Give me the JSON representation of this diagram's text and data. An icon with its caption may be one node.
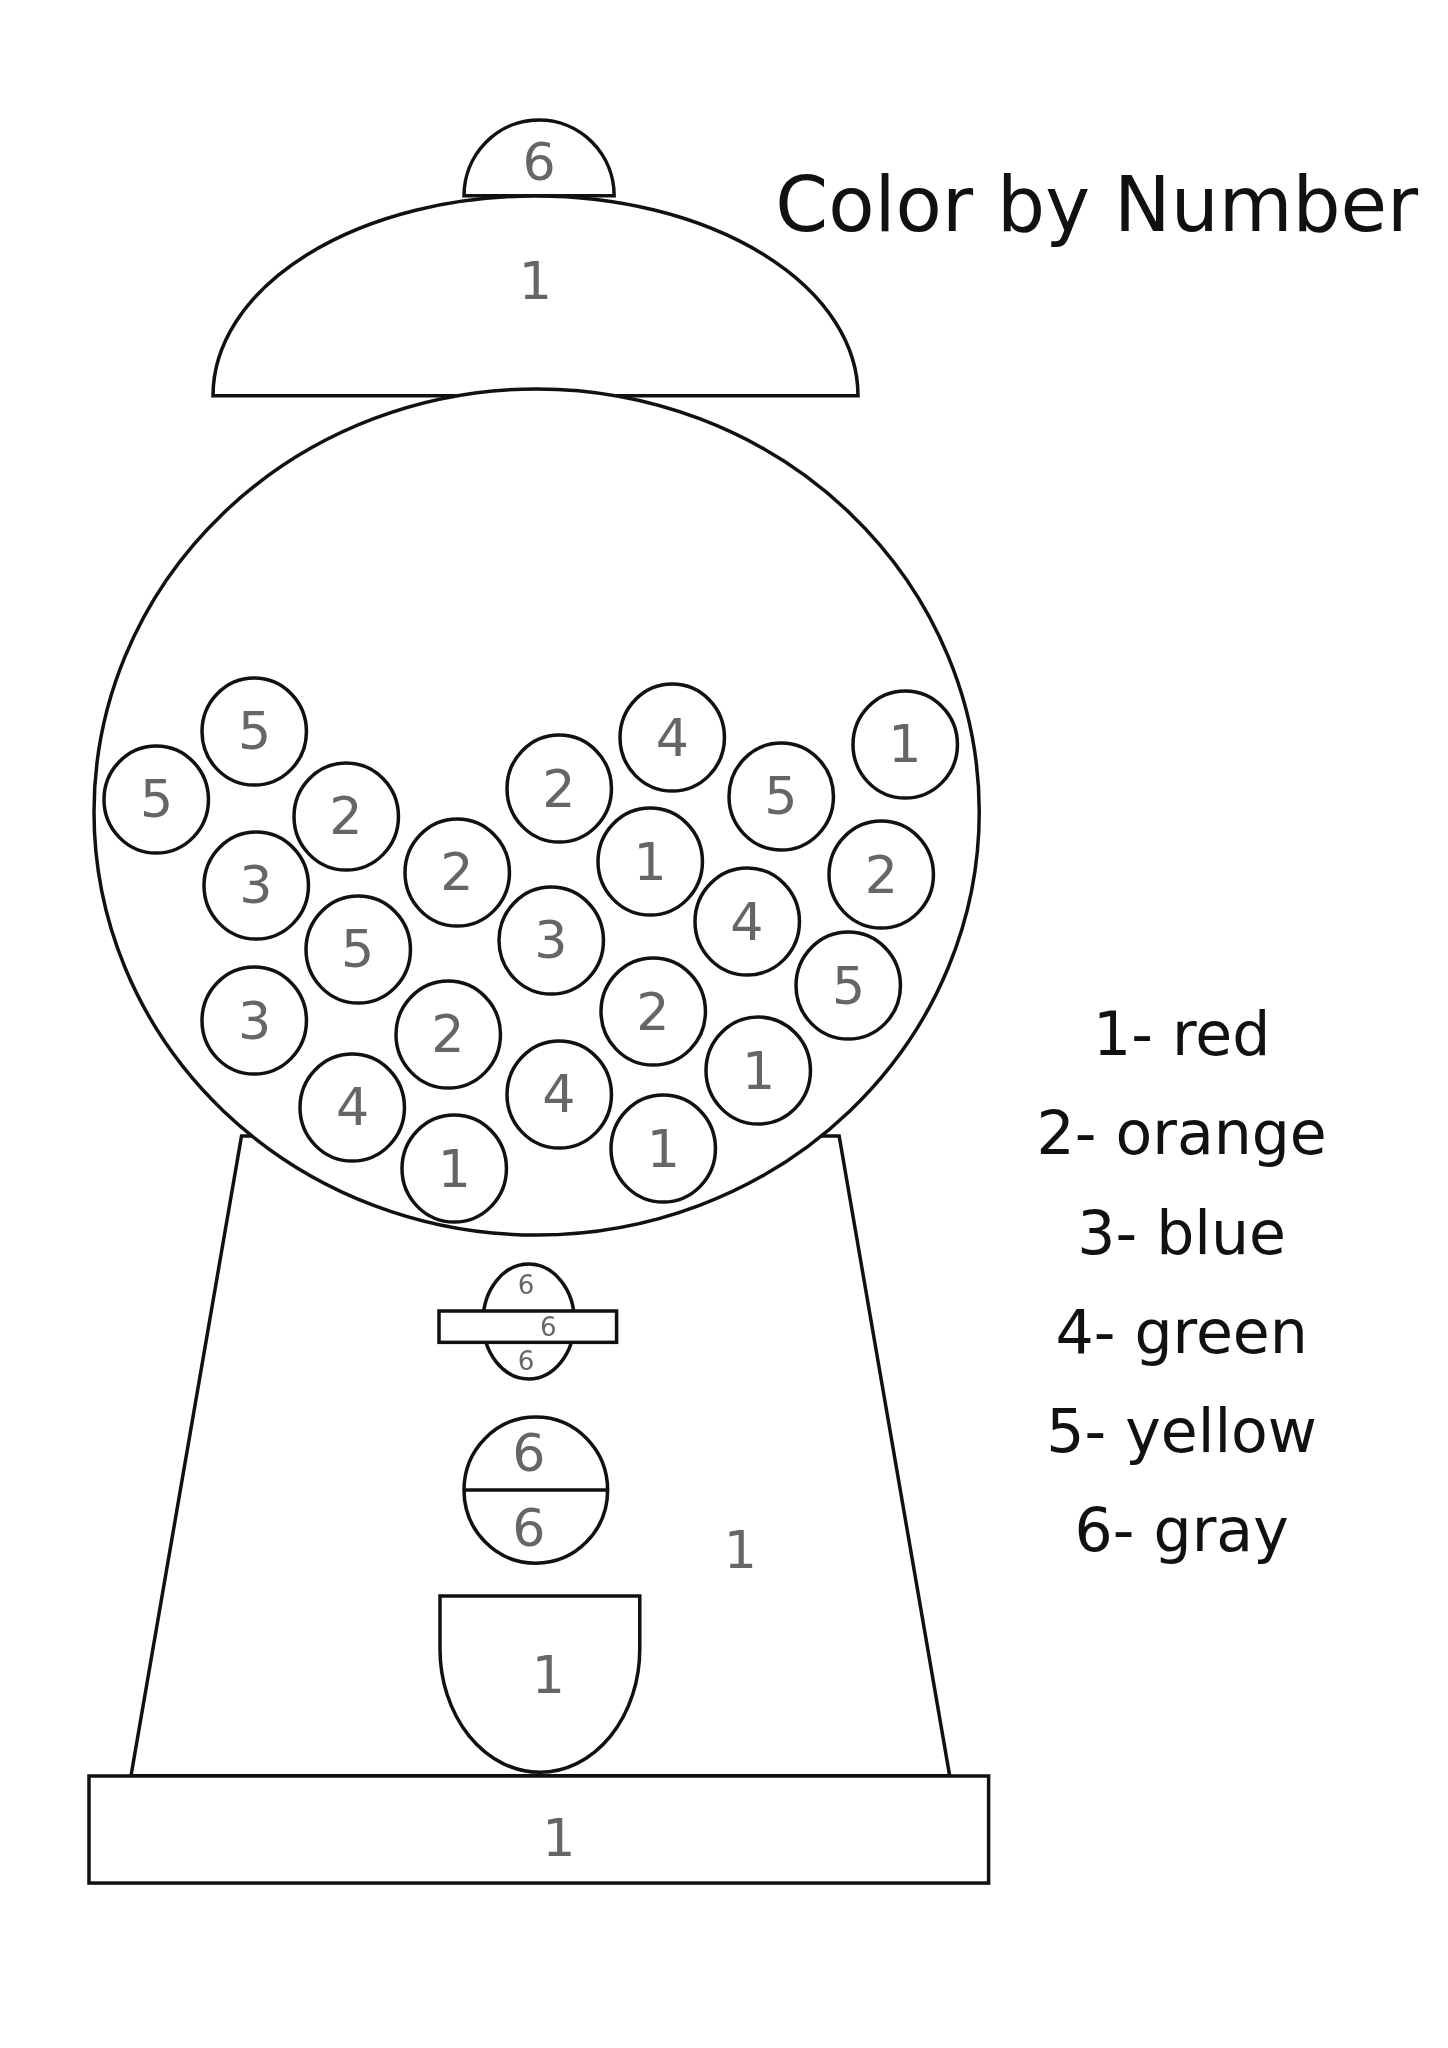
{
  "diagram": {
    "title": "Color by Number",
    "nodes": [
      {
        "text": [
          "6"
        ]
      },
      {
        "text": [
          "1"
        ]
      },
      {
        "text": [],
        "shape": "circle"
      },
      {
        "text": [
          "5"
        ],
        "in": 2
      },
      {
        "text": [
          "4"
        ],
        "in": 2
      },
      {
        "text": [
          "1"
        ],
        "in": 2
      },
      {
        "text": [
          "5"
        ],
        "in": 2
      },
      {
        "text": [
          "2"
        ],
        "in": 2
      },
      {
        "text": [
          "5"
        ],
        "in": 2
      },
      {
        "text": [
          "2"
        ],
        "in": 2
      },
      {
        "text": [
          "3"
        ],
        "in": 2
      },
      {
        "text": [
          "2"
        ],
        "in": 2
      },
      {
        "text": [
          "1"
        ],
        "in": 2
      },
      {
        "text": [
          "2"
        ],
        "in": 2
      },
      {
        "text": [
          "4"
        ],
        "in": 2
      },
      {
        "text": [
          "5"
        ],
        "in": 2
      },
      {
        "text": [
          "3"
        ],
        "in": 2
      },
      {
        "text": [
          "5"
        ],
        "in": 2
      },
      {
        "text": [
          "3"
        ],
        "in": 2
      },
      {
        "text": [
          "2"
        ],
        "in": 2
      },
      {
        "text": [
          "2"
        ],
        "in": 2
      },
      {
        "text": [
          "1"
        ],
        "in": 2
      },
      {
        "text": [
          "4"
        ],
        "in": 2
      },
      {
        "text": [
          "4"
        ],
        "in": 2
      },
      {
        "text": [
          "1"
        ],
        "in": 2
      },
      {
        "text": [
          "1"
        ],
        "in": 2
      },
      {
        "text": [
          "1"
        ]
      },
      {
        "text": [
          "6",
          "6"
        ],
        "in": 26
      },
      {
        "text": [
          "6"
        ],
        "in": 26
      },
      {
        "text": [
          "6",
          "6"
        ],
        "in": 26
      },
      {
        "text": [
          "1"
        ],
        "in": 26
      },
      {
        "text": [
          "1"
        ]
      }
    ],
    "labels": [
      "1- red",
      "2- orange",
      "3- blue",
      "4- green",
      "5- yellow",
      "6- gray"
    ]
  }
}
